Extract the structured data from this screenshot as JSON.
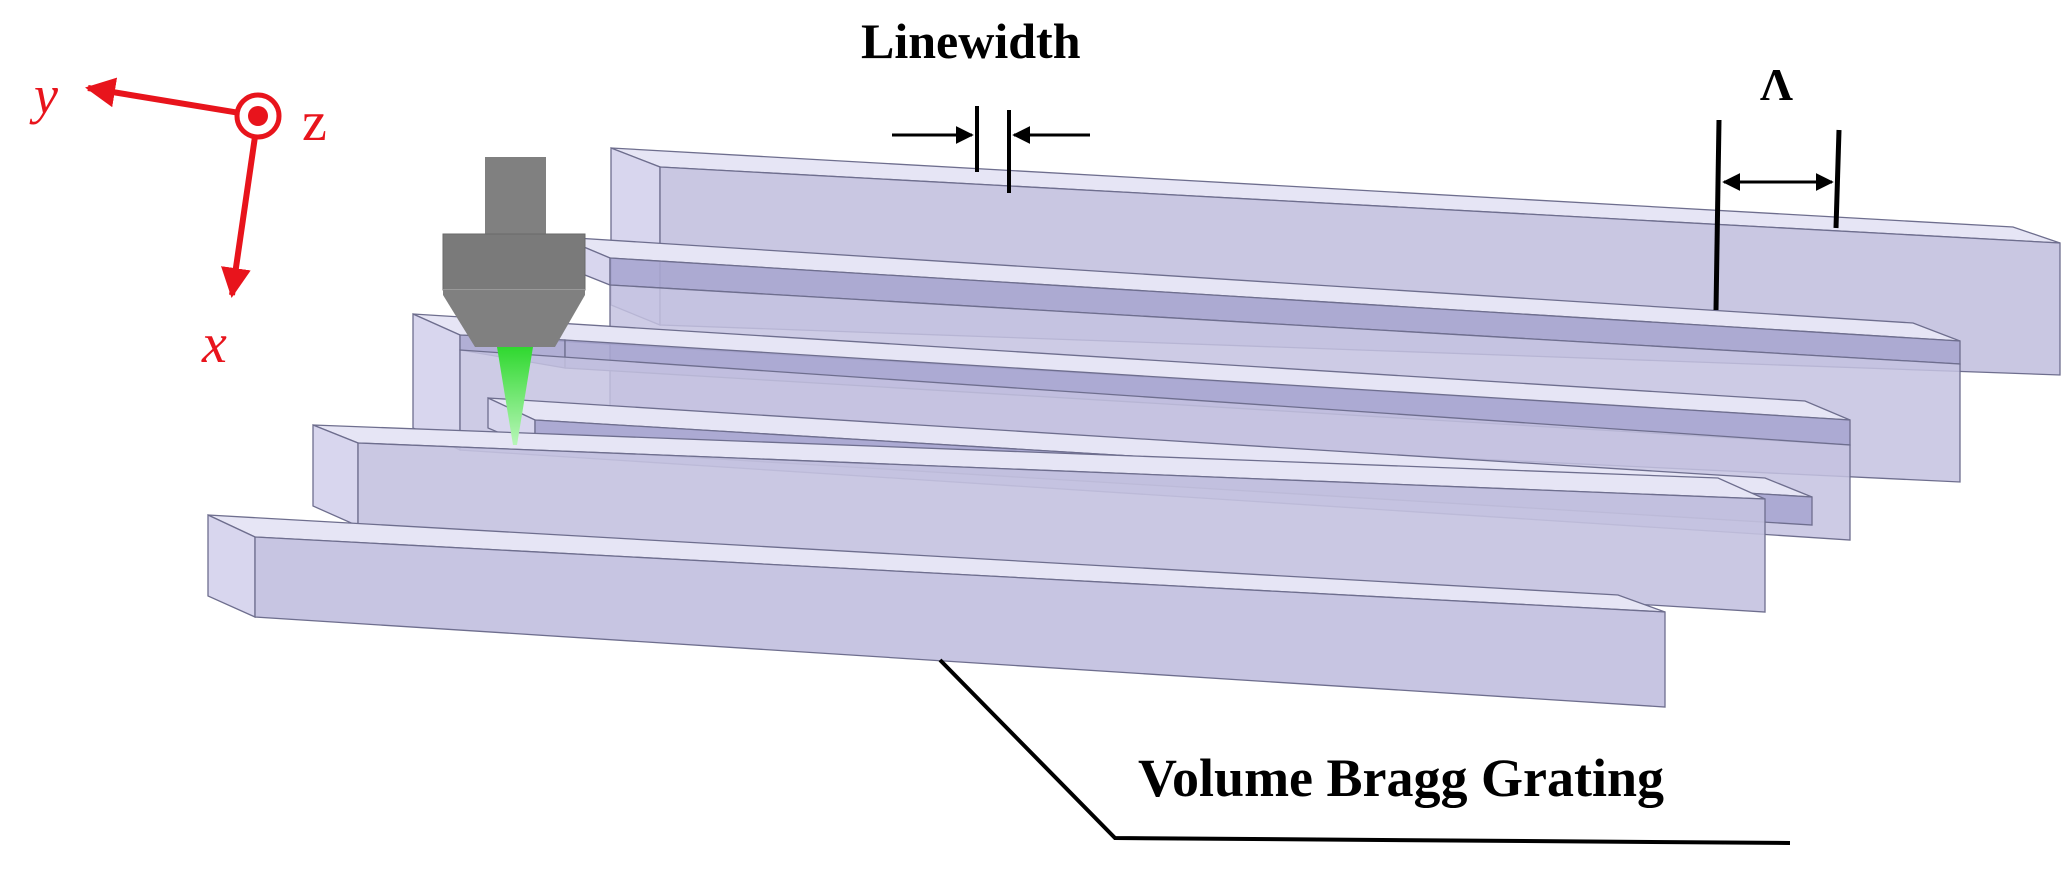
{
  "labels": {
    "linewidth": "Linewidth",
    "period": "Λ",
    "grating": "Volume Bragg Grating"
  },
  "axes": {
    "x": "x",
    "y": "y",
    "z": "z"
  },
  "colors": {
    "axis": "#e8141c",
    "bar_front": "#c4c2e0",
    "bar_top": "#e6e5f5",
    "bar_inner": "#a9a6d0",
    "bar_edge": "#6e6e8e",
    "objective": "#808080",
    "laser": "#3ee03e"
  },
  "icons": [
    "laser-objective-icon",
    "coordinate-axes-icon"
  ]
}
